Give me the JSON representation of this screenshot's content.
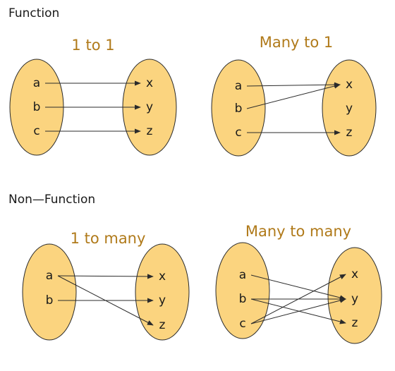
{
  "colors": {
    "set_fill": "#fbd47f",
    "title_color": "#b07a1a",
    "text_color": "#1a1a1a",
    "line_color": "#2b2b2b"
  },
  "sections": [
    {
      "label": "Function",
      "panels": [
        {
          "title": "1 to 1",
          "domain": [
            "a",
            "b",
            "c"
          ],
          "codomain": [
            "x",
            "y",
            "z"
          ],
          "mappings": [
            [
              "a",
              "x"
            ],
            [
              "b",
              "y"
            ],
            [
              "c",
              "z"
            ]
          ]
        },
        {
          "title": "Many to 1",
          "domain": [
            "a",
            "b",
            "c"
          ],
          "codomain": [
            "x",
            "y",
            "z"
          ],
          "mappings": [
            [
              "a",
              "x"
            ],
            [
              "b",
              "x"
            ],
            [
              "c",
              "z"
            ]
          ]
        }
      ]
    },
    {
      "label": "Non—Function",
      "panels": [
        {
          "title": "1 to many",
          "domain": [
            "a",
            "b"
          ],
          "codomain": [
            "x",
            "y",
            "z"
          ],
          "mappings": [
            [
              "a",
              "x"
            ],
            [
              "a",
              "z"
            ],
            [
              "b",
              "y"
            ]
          ]
        },
        {
          "title": "Many to many",
          "domain": [
            "a",
            "b",
            "c"
          ],
          "codomain": [
            "x",
            "y",
            "z"
          ],
          "mappings": [
            [
              "a",
              "y"
            ],
            [
              "b",
              "y"
            ],
            [
              "b",
              "z"
            ],
            [
              "c",
              "x"
            ],
            [
              "c",
              "y"
            ]
          ]
        }
      ]
    }
  ]
}
